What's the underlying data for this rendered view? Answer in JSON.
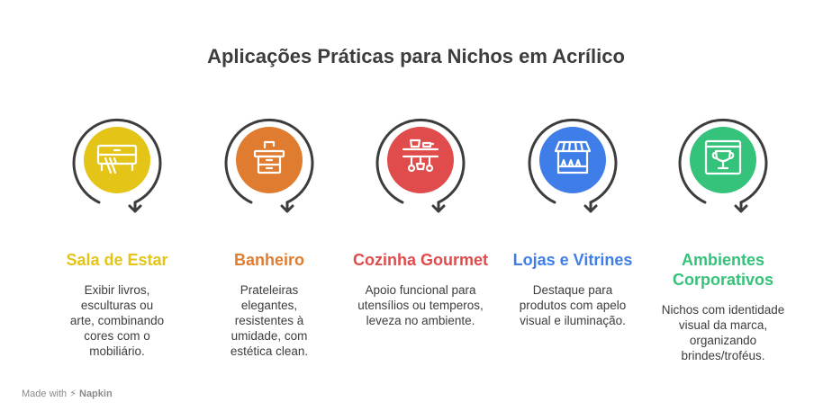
{
  "title": "Aplicações Práticas para Nichos em Acrílico",
  "items": [
    {
      "heading": "Sala de Estar",
      "description": "Exibir livros, esculturas ou arte, combinando cores com o mobiliário.",
      "color": "#e5c418",
      "icon": "sofa-cabinet-icon"
    },
    {
      "heading": "Banheiro",
      "description": "Prateleiras elegantes, resistentes à umidade, com estética clean.",
      "color": "#e07c2f",
      "icon": "bathroom-sink-icon"
    },
    {
      "heading": "Cozinha Gourmet",
      "description": "Apoio funcional para utensílios ou temperos, leveza no ambiente.",
      "color": "#e04b4b",
      "icon": "kitchen-utensils-icon"
    },
    {
      "heading": "Lojas e Vitrines",
      "description": "Destaque para produtos com apelo visual e iluminação.",
      "color": "#3f7ee8",
      "icon": "storefront-icon"
    },
    {
      "heading": "Ambientes Corporativos",
      "description": "Nichos com identidade visual da marca, organizando brindes/troféus.",
      "color": "#35c27a",
      "icon": "trophy-icon"
    }
  ],
  "footer": {
    "prefix": "Made with",
    "brand": "Napkin"
  }
}
